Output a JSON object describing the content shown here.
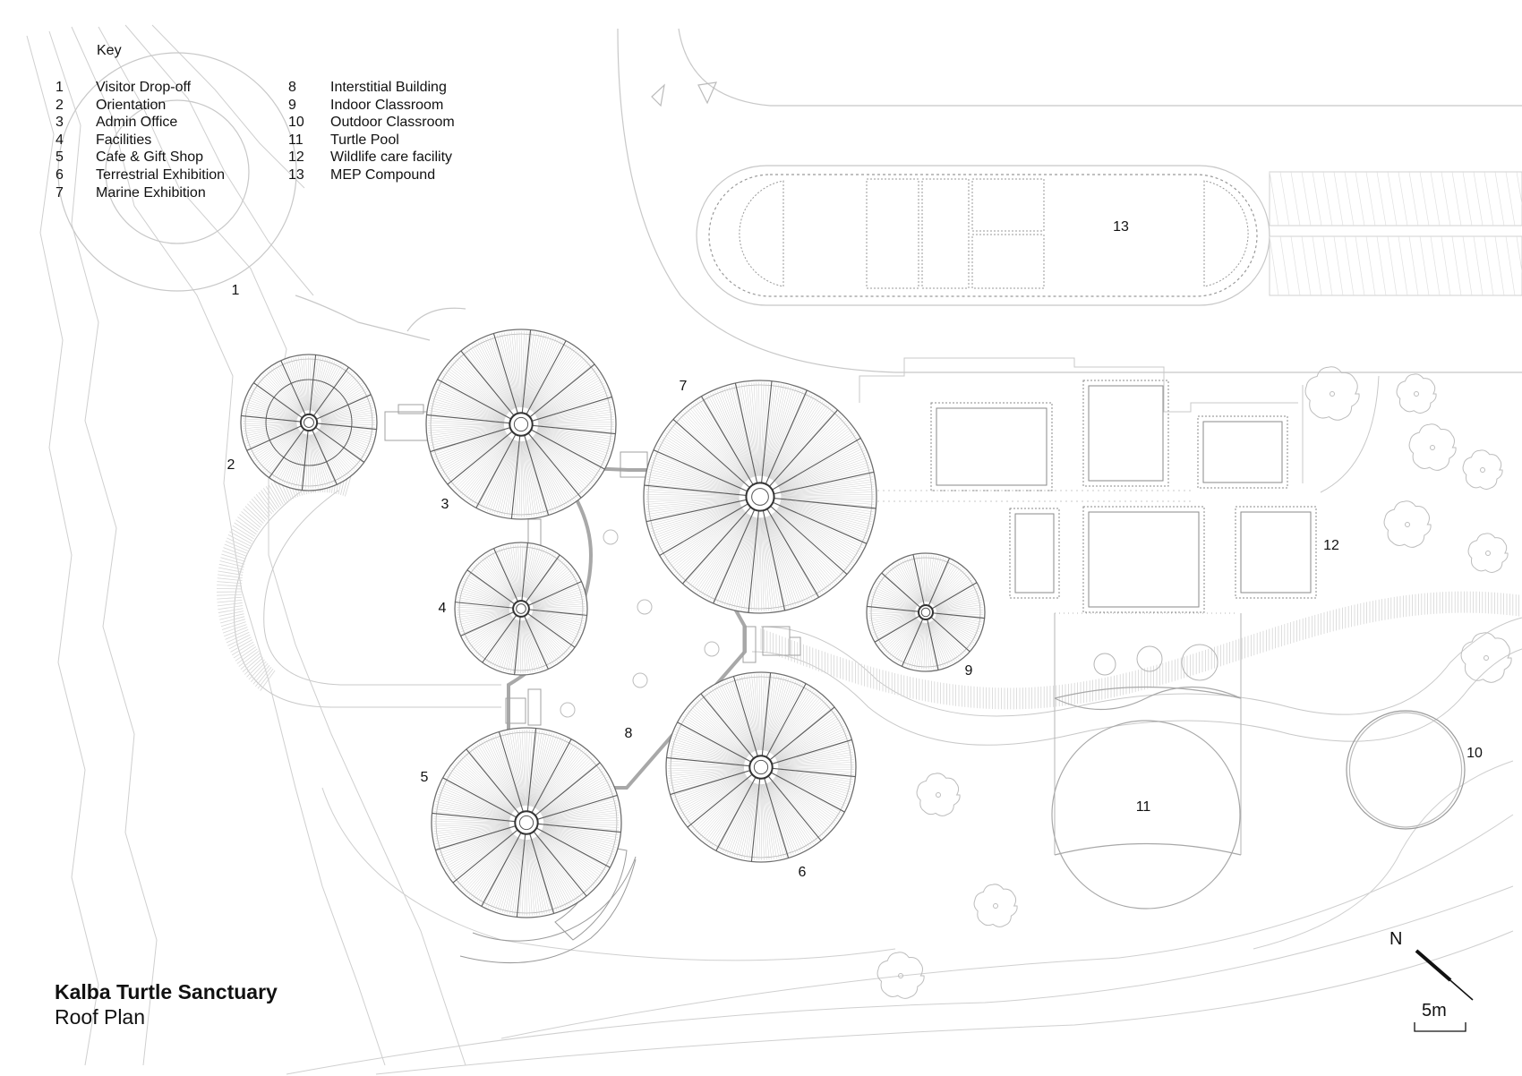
{
  "key": {
    "heading": "Key",
    "items": [
      {
        "num": "1",
        "label": "Visitor Drop-off"
      },
      {
        "num": "2",
        "label": "Orientation"
      },
      {
        "num": "3",
        "label": "Admin Office"
      },
      {
        "num": "4",
        "label": "Facilities"
      },
      {
        "num": "5",
        "label": "Cafe & Gift Shop"
      },
      {
        "num": "6",
        "label": "Terrestrial Exhibition"
      },
      {
        "num": "7",
        "label": "Marine Exhibition"
      },
      {
        "num": "8",
        "label": "Interstitial Building"
      },
      {
        "num": "9",
        "label": "Indoor Classroom"
      },
      {
        "num": "10",
        "label": "Outdoor Classroom"
      },
      {
        "num": "11",
        "label": "Turtle Pool"
      },
      {
        "num": "12",
        "label": "Wildlife care facility"
      },
      {
        "num": "13",
        "label": "MEP Compound"
      }
    ]
  },
  "plan_labels": {
    "l1": "1",
    "l2": "2",
    "l3": "3",
    "l4": "4",
    "l5": "5",
    "l6": "6",
    "l7": "7",
    "l8": "8",
    "l9": "9",
    "l10": "10",
    "l11": "11",
    "l12": "12",
    "l13": "13"
  },
  "title": {
    "main": "Kalba Turtle Sanctuary",
    "sub": "Roof Plan"
  },
  "north": {
    "letter": "N"
  },
  "scale": {
    "label": "5m"
  }
}
